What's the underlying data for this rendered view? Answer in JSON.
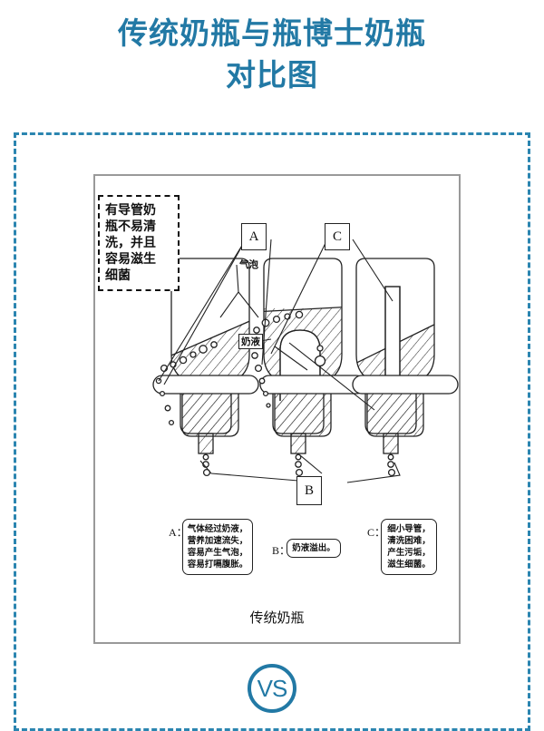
{
  "title": {
    "line1": "传统奶瓶与瓶博士奶瓶",
    "line2": "对比图",
    "color": "#2279a5"
  },
  "theme": {
    "accent": "#2279a5",
    "dashed_frame": "#2b85b0",
    "panel_border": "#999999",
    "ink": "#111111"
  },
  "note_box": {
    "lines": [
      "有导管奶",
      "瓶不易清",
      "洗，并且",
      "容易滋生",
      "细菌"
    ],
    "full_text": "有导管奶瓶不易清洗，并且容易滋生细菌"
  },
  "diagram": {
    "caption": "传统奶瓶",
    "markers": {
      "a": "A",
      "b": "B",
      "c": "C"
    },
    "inline_labels": {
      "bubble": "气泡",
      "milk": "奶液"
    }
  },
  "callouts": {
    "a": {
      "tag": "A：",
      "lines": [
        "气体经过奶液，",
        "营养加速流失，",
        "容易产生气泡，",
        "容易打嗝腹胀。"
      ],
      "full_text": "气体经过奶液，营养加速流失，容易产生气泡，容易打嗝腹胀。"
    },
    "b": {
      "tag": "B：",
      "lines": [
        "奶液溢出。"
      ],
      "full_text": "奶液溢出。"
    },
    "c": {
      "tag": "C：",
      "lines": [
        "细小导管，",
        "清洗困难，",
        "产生污垢，",
        "滋生细菌。"
      ],
      "full_text": "细小导管，清洗困难，产生污垢，滋生细菌。"
    }
  },
  "vs_badge": {
    "label": "VS"
  }
}
